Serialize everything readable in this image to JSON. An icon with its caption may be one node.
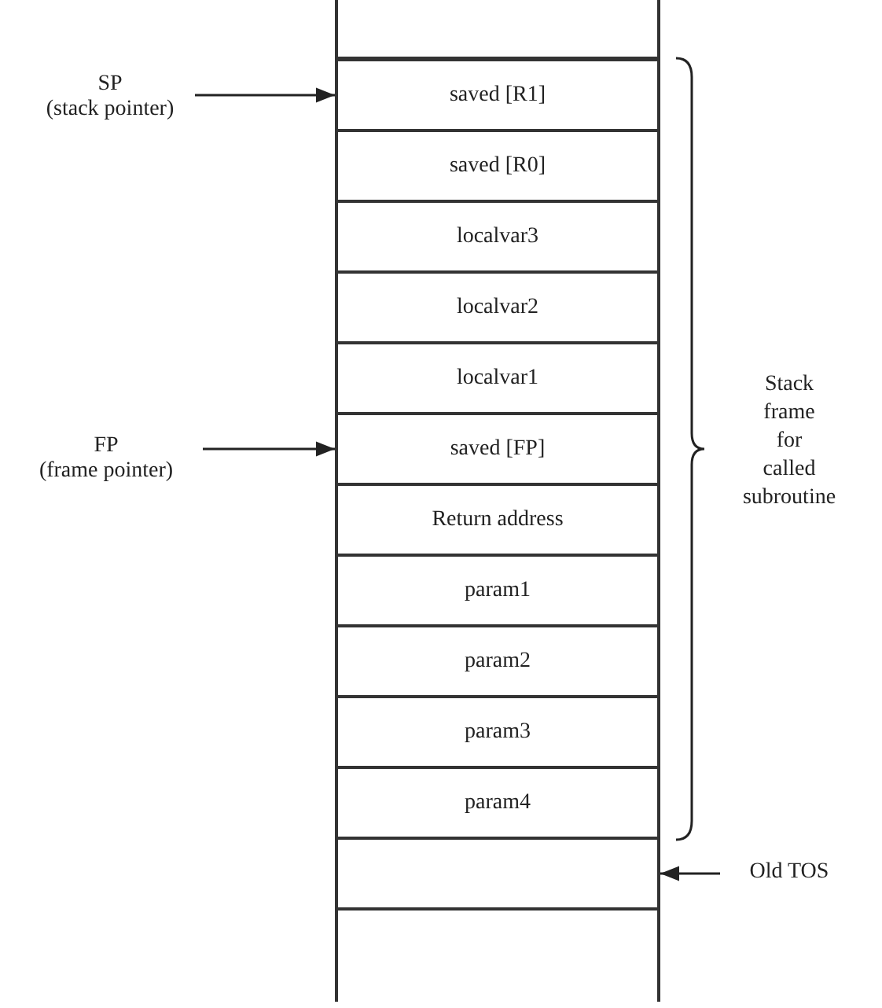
{
  "diagram": {
    "nodes": [
      {
        "text": [],
        "shape": "box"
      },
      {
        "text": [
          "SP",
          "(stack pointer)"
        ]
      },
      {
        "text": [
          "saved [R1]"
        ]
      },
      {
        "text": [
          "saved [R0]"
        ]
      },
      {
        "text": [
          "localvar3"
        ]
      },
      {
        "text": [
          "localvar2"
        ]
      },
      {
        "text": [
          "localvar1"
        ]
      },
      {
        "text": [
          "FP",
          "(frame pointer)"
        ]
      },
      {
        "text": [
          "saved [FP]"
        ]
      },
      {
        "text": [
          "Return address"
        ]
      },
      {
        "text": [
          "param1"
        ]
      },
      {
        "text": [
          "param2"
        ]
      },
      {
        "text": [
          "param3"
        ]
      },
      {
        "text": [
          "param4"
        ]
      },
      {
        "text": [],
        "shape": "box"
      },
      {
        "text": [
          "Old TOS"
        ]
      },
      {
        "text": [],
        "shape": "box"
      }
    ],
    "edges": [
      {
        "from": 1,
        "to": 2,
        "arrow": "to"
      },
      {
        "from": 7,
        "to": 8,
        "arrow": "to"
      },
      {
        "from": 15,
        "to": 14,
        "arrow": "to"
      }
    ],
    "labels": [
      "Stack frame for called subroutine"
    ]
  }
}
